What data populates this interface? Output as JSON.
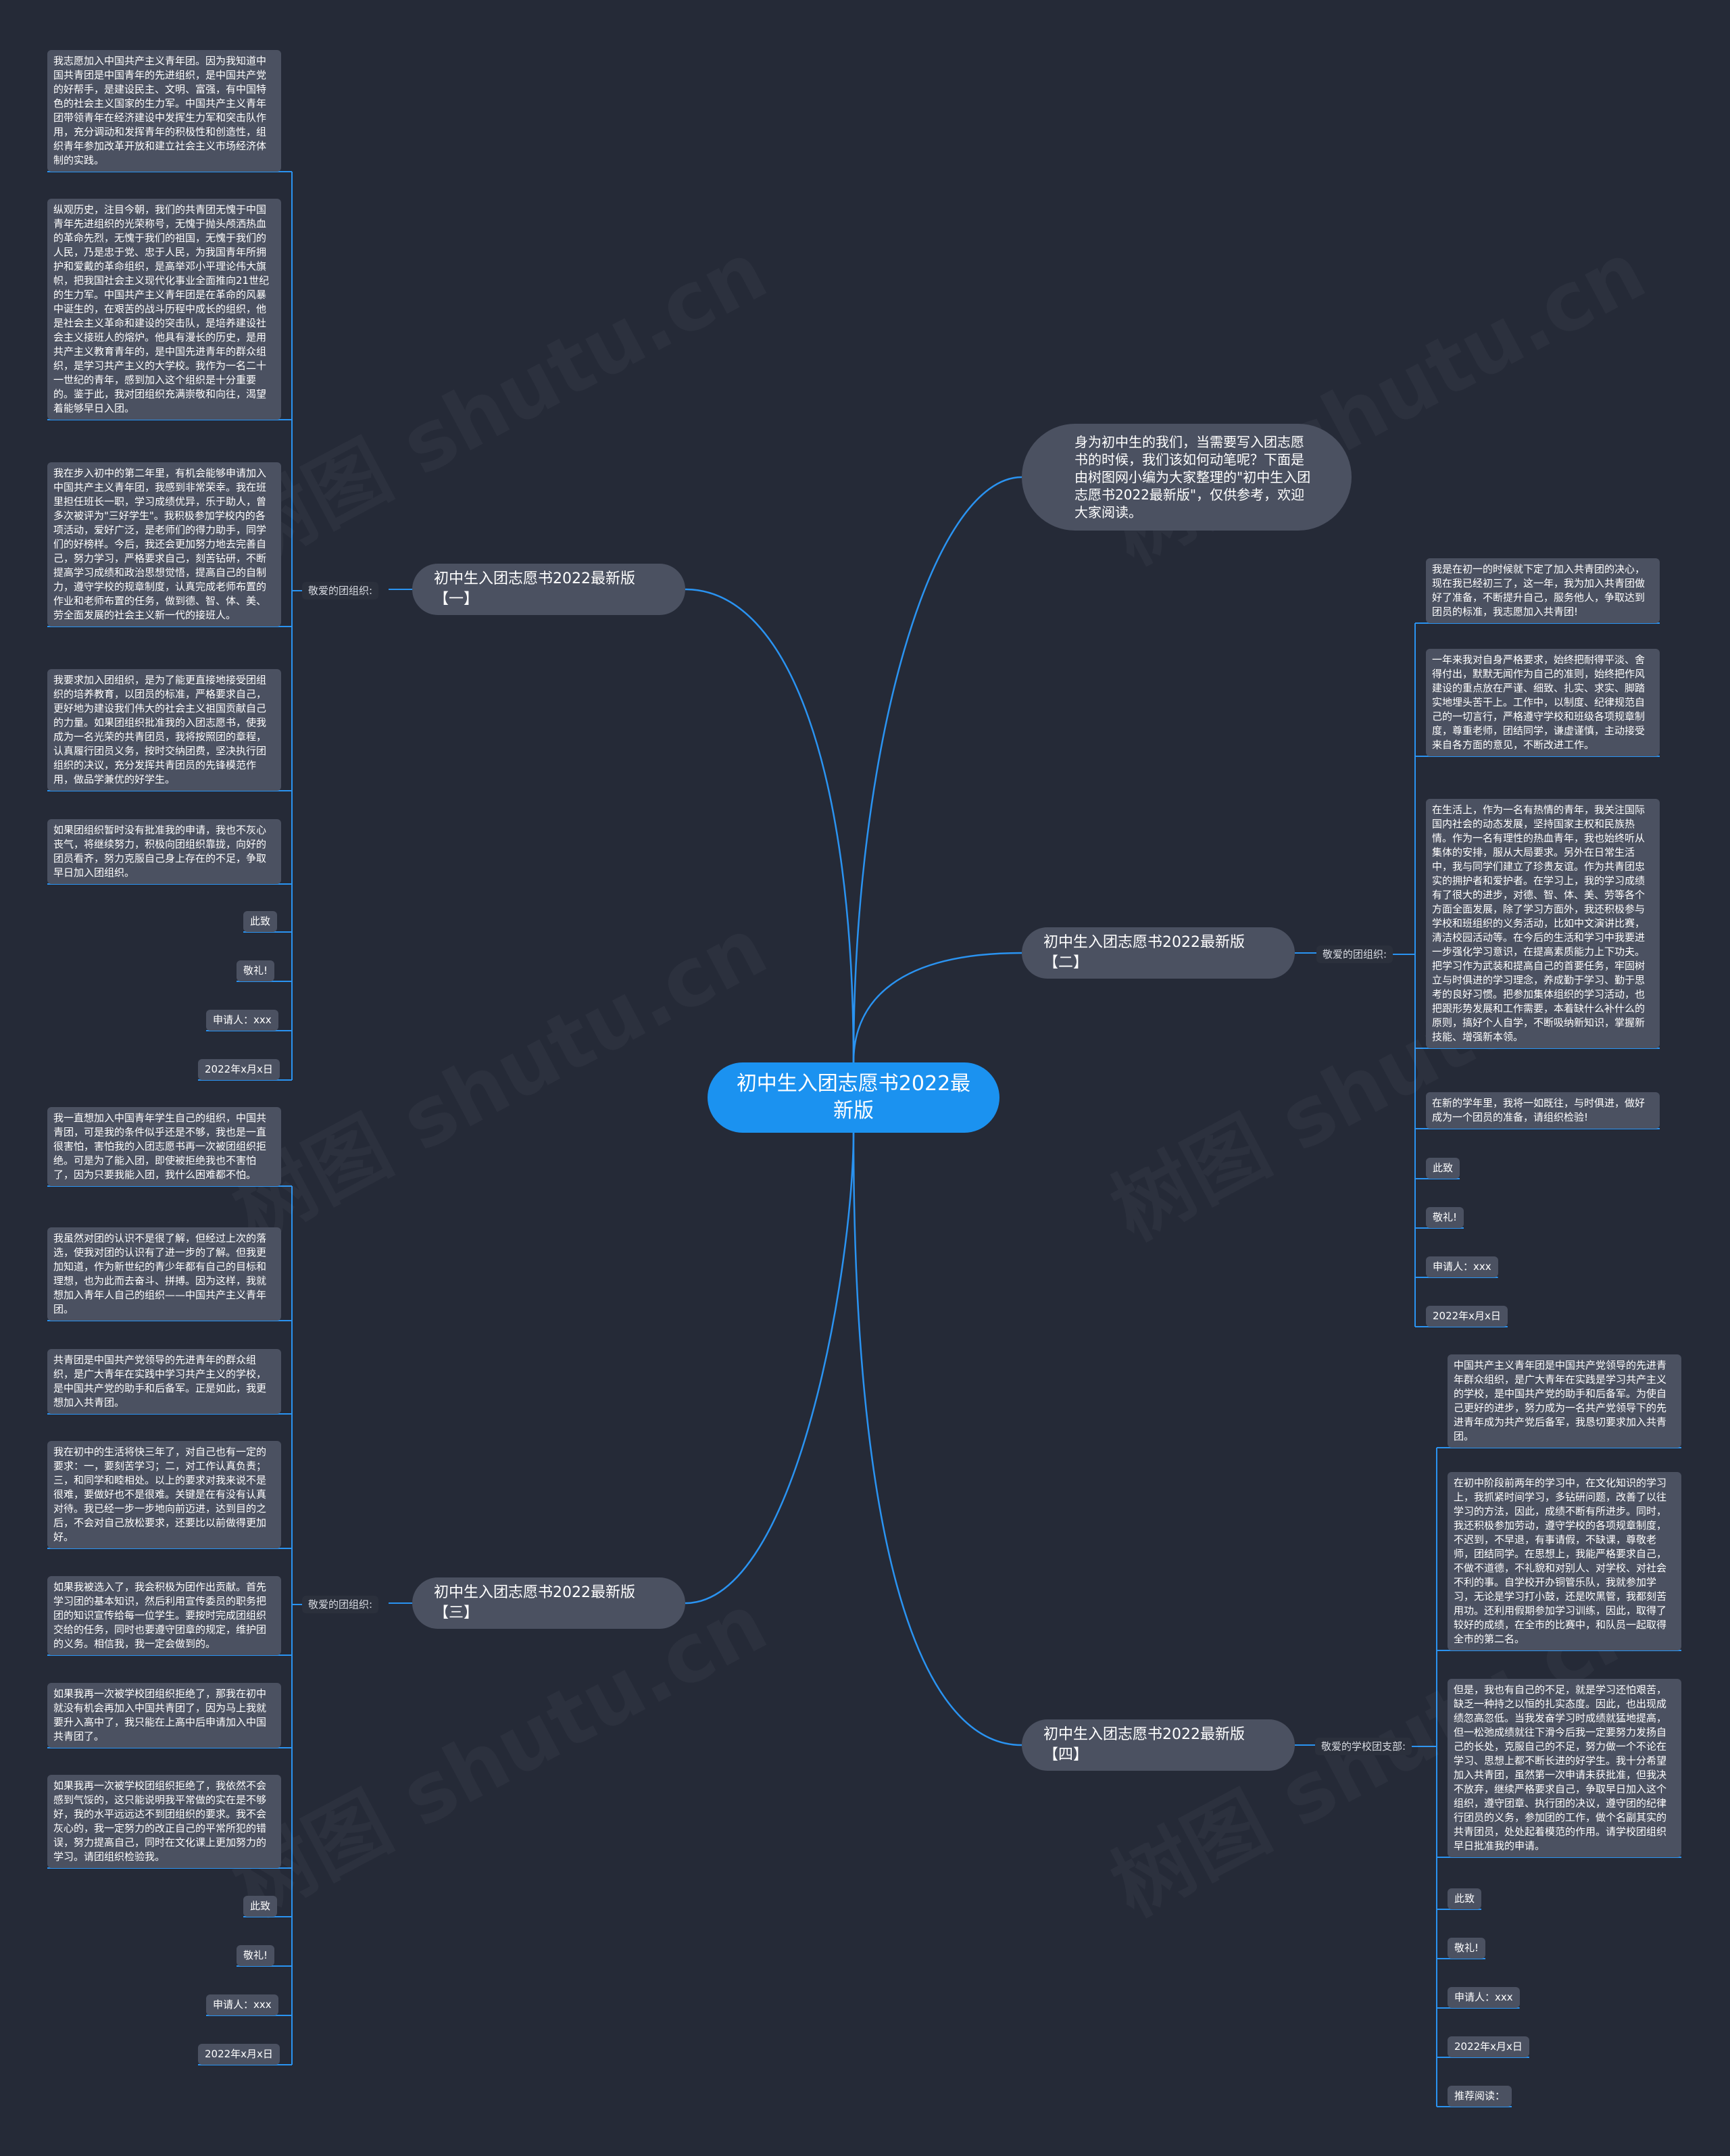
{
  "root": {
    "title": "初中生入团志愿书2022最新版"
  },
  "intro": {
    "text": "身为初中生的我们，当需要写入团志愿书的时候，我们该如何动笔呢？下面是由树图网小编为大家整理的\"初中生入团志愿书2022最新版\"，仅供参考，欢迎大家阅读。"
  },
  "watermark": "树图 shutu.cn",
  "branches": [
    {
      "title": "初中生入团志愿书2022最新版【一】",
      "label": "敬爱的团组织:",
      "items": [
        "我志愿加入中国共产主义青年团。因为我知道中国共青团是中国青年的先进组织，是中国共产党的好帮手，是建设民主、文明、富强，有中国特色的社会主义国家的生力军。中国共产主义青年团带领青年在经济建设中发挥生力军和突击队作用，充分调动和发挥青年的积极性和创造性，组织青年参加改革开放和建立社会主义市场经济体制的实践。",
        "纵观历史，注目今朝，我们的共青团无愧于中国青年先进组织的光荣称号，无愧于抛头颅洒热血的革命先烈，无愧于我们的祖国，无愧于我们的人民，乃是忠于党、忠于人民，为我国青年所拥护和爱戴的革命组织，是高举邓小平理论伟大旗帜，把我国社会主义现代化事业全面推向21世纪的生力军。中国共产主义青年团是在革命的风暴中诞生的，在艰苦的战斗历程中成长的组织，他是社会主义革命和建设的突击队，是培养建设社会主义接班人的熔炉。他具有漫长的历史，是用共产主义教育青年的，是中国先进青年的群众组织，是学习共产主义的大学校。我作为一名二十一世纪的青年，感到加入这个组织是十分重要的。鉴于此，我对团组织充满崇敬和向往，渴望着能够早日入团。",
        "我在步入初中的第二年里，有机会能够申请加入中国共产主义青年团，我感到非常荣幸。我在班里担任班长一职，学习成绩优异，乐于助人，曾多次被评为\"三好学生\"。我积极参加学校内的各项活动，爱好广泛，是老师们的得力助手，同学们的好榜样。今后，我还会更加努力地去完善自己，努力学习，严格要求自己，刻苦钻研，不断提高学习成绩和政治思想觉悟，提高自己的自制力，遵守学校的规章制度，认真完成老师布置的作业和老师布置的任务，做到德、智、体、美、劳全面发展的社会主义新一代的接班人。",
        "我要求加入团组织，是为了能更直接地接受团组织的培养教育，以团员的标准，严格要求自己，更好地为建设我们伟大的社会主义祖国贡献自己的力量。如果团组织批准我的入团志愿书，使我成为一名光荣的共青团员，我将按照团的章程，认真履行团员义务，按时交纳团费，坚决执行团组织的决议，充分发挥共青团员的先锋模范作用，做品学兼优的好学生。",
        "如果团组织暂时没有批准我的申请，我也不灰心丧气，将继续努力，积极向团组织靠拢，向好的团员看齐，努力克服自己身上存在的不足，争取早日加入团组织。",
        "此致",
        "敬礼!",
        "申请人：xxx",
        "2022年x月x日"
      ]
    },
    {
      "title": "初中生入团志愿书2022最新版【二】",
      "label": "敬爱的团组织:",
      "items": [
        "我是在初一的时候就下定了加入共青团的决心，现在我已经初三了，这一年，我为加入共青团做好了准备，不断提升自己，服务他人，争取达到团员的标准，我志愿加入共青团!",
        "一年来我对自身严格要求，始终把耐得平淡、舍得付出，默默无闻作为自己的准则，始终把作风建设的重点放在严谨、细致、扎实、求实、脚踏实地埋头苦干上。工作中，以制度、纪律规范自己的一切言行，严格遵守学校和班级各项规章制度，尊重老师，团结同学，谦虚谨慎，主动接受来自各方面的意见，不断改进工作。",
        "在生活上，作为一名有热情的青年，我关注国际国内社会的动态发展，坚持国家主权和民族热情。作为一名有理性的热血青年，我也始终听从集体的安排，服从大局要求。另外在日常生活中，我与同学们建立了珍贵友谊。作为共青团忠实的拥护者和爱护者。在学习上，我的学习成绩有了很大的进步，对德、智、体、美、劳等各个方面全面发展，除了学习方面外，我还积极参与学校和班组织的义务活动，比如中文演讲比赛，清洁校园活动等。在今后的生活和学习中我要进一步强化学习意识，在提高素质能力上下功夫。把学习作为武装和提高自己的首要任务，牢固树立与时俱进的学习理念，养成勤于学习、勤于思考的良好习惯。把参加集体组织的学习活动，也把跟形势发展和工作需要，本着缺什么补什么的原则，搞好个人自学，不断吸纳新知识，掌握新技能、增强新本领。",
        "在新的学年里，我将一如既往，与时俱进，做好成为一个团员的准备，请组织检验!",
        "此致",
        "敬礼!",
        "申请人：xxx",
        "2022年x月x日"
      ]
    },
    {
      "title": "初中生入团志愿书2022最新版【三】",
      "label": "敬爱的团组织:",
      "items": [
        "我一直想加入中国青年学生自己的组织，中国共青团，可是我的条件似乎还是不够，我也是一直很害怕，害怕我的入团志愿书再一次被团组织拒绝。可是为了能入团，即使被拒绝我也不害怕了，因为只要我能入团，我什么困难都不怕。",
        "我虽然对团的认识不是很了解，但经过上次的落选，使我对团的认识有了进一步的了解。但我更加知道，作为新世纪的青少年都有自己的目标和理想，也为此而去奋斗、拼搏。因为这样，我就想加入青年人自己的组织——中国共产主义青年团。",
        "共青团是中国共产党领导的先进青年的群众组织，是广大青年在实践中学习共产主义的学校，是中国共产党的助手和后备军。正是如此，我更想加入共青团。",
        "我在初中的生活将快三年了，对自己也有一定的要求：一，要刻苦学习；二，对工作认真负责；三，和同学和睦相处。以上的要求对我来说不是很难，要做好也不是很难。关键是在有没有认真对待。我已经一步一步地向前迈进，达到目的之后，不会对自己放松要求，还要比以前做得更加好。",
        "如果我被选入了，我会积极为团作出贡献。首先学习团的基本知识，然后利用宣传委员的职务把团的知识宣传给每一位学生。要按时完成团组织交给的任务，同时也要遵守团章的规定，维护团的义务。相信我，我一定会做到的。",
        "如果我再一次被学校团组织拒绝了，那我在初中就没有机会再加入中国共青团了，因为马上我就要升入高中了，我只能在上高中后申请加入中国共青团了。",
        "如果我再一次被学校团组织拒绝了，我依然不会感到气馁的，这只能说明我平常做的实在是不够好，我的水平远远达不到团组织的要求。我不会灰心的，我一定努力的改正自己的平常所犯的错误，努力提高自己，同时在文化课上更加努力的学习。请团组织检验我。",
        "此致",
        "敬礼!",
        "申请人：xxx",
        "2022年x月x日"
      ]
    },
    {
      "title": "初中生入团志愿书2022最新版【四】",
      "label": "敬爱的学校团支部:",
      "items": [
        "中国共产主义青年团是中国共产党领导的先进青年群众组织，是广大青年在实践是学习共产主义的学校，是中国共产党的助手和后备军。为使自己更好的进步，努力成为一名共产党领导下的先进青年成为共产党后备军，我恳切要求加入共青团。",
        "在初中阶段前两年的学习中，在文化知识的学习上，我抓紧时间学习，多钻研问题，改善了以往学习的方法，因此，成绩不断有所进步。同时，我还积极参加劳动，遵守学校的各项规章制度，不迟到，不早退，有事请假，不缺课，尊敬老师，团结同学。在思想上，我能严格要求自己，不做不道德，不礼貌和对别人、对学校、对社会不利的事。自学校开办铜管乐队，我就参加学习，无论是学习打小鼓，还是吹黑管，我都刻苦用功。还利用假期参加学习训练，因此，取得了较好的成绩，在全市的比赛中，和队员一起取得全市的第二名。",
        "但是，我也有自己的不足，就是学习还怕艰苦，缺乏一种持之以恒的扎实态度。因此，也出现成绩忽高忽低。当我发奋学习时成绩就猛地提高，但一松弛成绩就往下滑今后我一定要努力发扬自己的长处，克服自己的不足，努力做一个不论在学习、思想上都不断长进的好学生。我十分希望加入共青团，虽然第一次申请未获批准，但我决不放弃，继续严格要求自己，争取早日加入这个组织，遵守团章、执行团的决议，遵守团的纪律行团员的义务，参加团的工作，做个名副其实的共青团员，处处起着模范的作用。请学校团组织早日批准我的申请。",
        "此致",
        "敬礼!",
        "申请人：xxx",
        "2022年x月x日",
        "推荐阅读："
      ]
    }
  ]
}
